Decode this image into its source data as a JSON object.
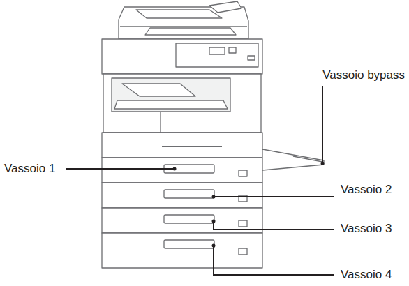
{
  "diagram": {
    "labels": [
      "Vassoio bypass",
      "Vassoio 1",
      "Vassoio 2",
      "Vassoio 3",
      "Vassoio 4"
    ]
  }
}
